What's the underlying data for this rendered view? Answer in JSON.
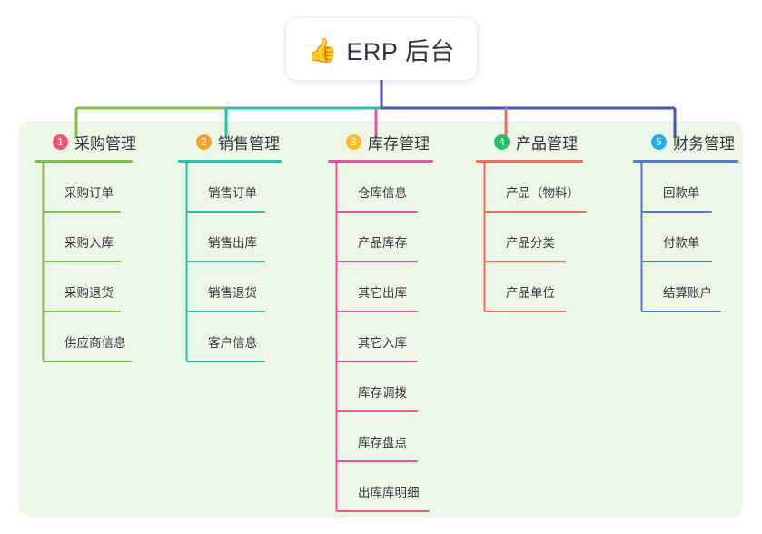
{
  "root": {
    "emoji": "👍",
    "emoji_name": "thumbs-up-emoji",
    "title": "ERP 后台"
  },
  "theme": {
    "page_background": "#ffffff",
    "panel_background": "#edf7e7",
    "card_background": "#ffffff",
    "text_color": "#2f333b",
    "root_connector": "#4a51c4"
  },
  "columns": [
    {
      "index": "1",
      "title": "采购管理",
      "badge_color": "#f2546c",
      "line_color": "#82bf4b",
      "width": 108,
      "items": [
        {
          "label": "采购订单",
          "rule_width": 86
        },
        {
          "label": "采购入库",
          "rule_width": 86
        },
        {
          "label": "采购退货",
          "rule_width": 86
        },
        {
          "label": "供应商信息",
          "rule_width": 99
        }
      ]
    },
    {
      "index": "2",
      "title": "销售管理",
      "badge_color": "#f7a12c",
      "line_color": "#2bbfae",
      "width": 114,
      "items": [
        {
          "label": "销售订单",
          "rule_width": 87
        },
        {
          "label": "销售出库",
          "rule_width": 87
        },
        {
          "label": "销售退货",
          "rule_width": 87
        },
        {
          "label": "客户信息",
          "rule_width": 87
        }
      ]
    },
    {
      "index": "3",
      "title": "库存管理",
      "badge_color": "#fbbe2a",
      "line_color": "#e8559f",
      "width": 116,
      "items": [
        {
          "label": "仓库信息",
          "rule_width": 90
        },
        {
          "label": "产品库存",
          "rule_width": 90
        },
        {
          "label": "其它出库",
          "rule_width": 90
        },
        {
          "label": "其它入库",
          "rule_width": 90
        },
        {
          "label": "库存调拨",
          "rule_width": 90
        },
        {
          "label": "库存盘点",
          "rule_width": 90
        },
        {
          "label": "出库库明细",
          "rule_width": 103
        }
      ]
    },
    {
      "index": "4",
      "title": "产品管理",
      "badge_color": "#22c06a",
      "line_color": "#f36b63",
      "width": 118,
      "items": [
        {
          "label": "产品（物料）",
          "rule_width": 113
        },
        {
          "label": "产品分类",
          "rule_width": 90
        },
        {
          "label": "产品单位",
          "rule_width": 90
        }
      ]
    },
    {
      "index": "5",
      "title": "财务管理",
      "badge_color": "#20b0e3",
      "line_color": "#5a76c8",
      "width": 116,
      "items": [
        {
          "label": "回款单",
          "rule_width": 78
        },
        {
          "label": "付款单",
          "rule_width": 78
        },
        {
          "label": "结算账户",
          "rule_width": 88
        }
      ]
    }
  ]
}
